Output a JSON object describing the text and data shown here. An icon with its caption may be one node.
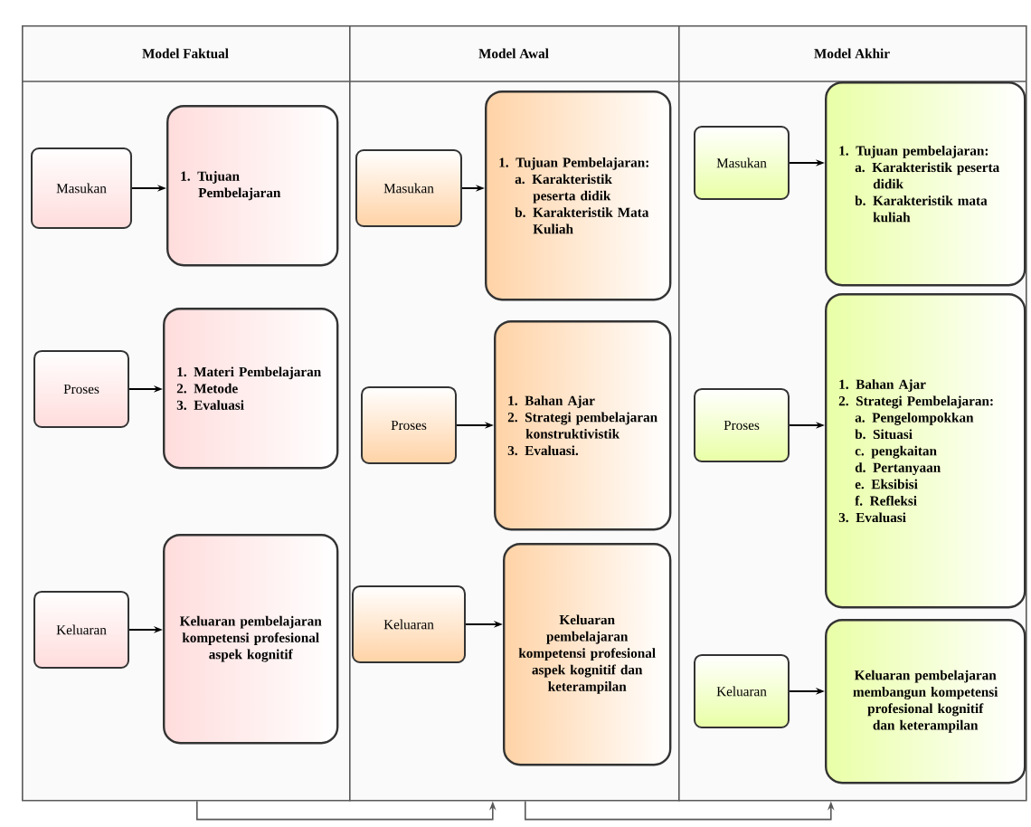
{
  "diagram": {
    "nodes": [
      {
        "text": [
          "Model Faktual"
        ]
      },
      {
        "text": [
          "Masukan"
        ],
        "in": 0
      },
      {
        "text": [
          "1. Tujuan Pembelajaran"
        ],
        "in": 0
      },
      {
        "text": [
          "Proses"
        ],
        "in": 0
      },
      {
        "text": [
          "1. Materi Pembelajaran",
          "2. Metode",
          "3. Evaluasi"
        ],
        "in": 0
      },
      {
        "text": [
          "Keluaran"
        ],
        "in": 0
      },
      {
        "text": [
          "Keluaran pembelajaran kompetensi profesional aspek kognitif"
        ],
        "in": 0
      },
      {
        "text": [
          "Model Awal"
        ]
      },
      {
        "text": [
          "Masukan"
        ],
        "in": 7
      },
      {
        "text": [
          "1. Tujuan Pembelajaran:",
          "a. Karakteristik peserta didik",
          "b. Karakteristik Mata Kuliah"
        ],
        "in": 7
      },
      {
        "text": [
          "Proses"
        ],
        "in": 7
      },
      {
        "text": [
          "1. Bahan Ajar",
          "2. Strategi pembelajaran konstruktivistik",
          "3. Evaluasi."
        ],
        "in": 7
      },
      {
        "text": [
          "Keluaran"
        ],
        "in": 7
      },
      {
        "text": [
          "Keluaran pembelajaran kompetensi profesional aspek kognitif dan keterampilan"
        ],
        "in": 7
      },
      {
        "text": [
          "Model Akhir"
        ]
      },
      {
        "text": [
          "Masukan"
        ],
        "in": 14
      },
      {
        "text": [
          "1. Tujuan pembelajaran:",
          "a. Karakteristik peserta didik",
          "b. Karakteristik mata kuliah"
        ],
        "in": 14
      },
      {
        "text": [
          "Proses"
        ],
        "in": 14
      },
      {
        "text": [
          "1. Bahan Ajar",
          "2. Strategi Pembelajaran:",
          "a. Pengelompokkan",
          "b. Situasi",
          "c. pengkaitan",
          "d. Pertanyaan",
          "e. Eksibisi",
          "f. Refleksi",
          "3. Evaluasi"
        ],
        "in": 14
      },
      {
        "text": [
          "Keluaran"
        ],
        "in": 14
      },
      {
        "text": [
          "Keluaran pembelajaran membangun kompetensi profesional kognitif dan keterampilan"
        ],
        "in": 14
      }
    ],
    "edges": [
      {
        "from": 1,
        "to": 2,
        "arrow": "to"
      },
      {
        "from": 3,
        "to": 4,
        "arrow": "to"
      },
      {
        "from": 5,
        "to": 6,
        "arrow": "to"
      },
      {
        "from": 8,
        "to": 9,
        "arrow": "to"
      },
      {
        "from": 10,
        "to": 11,
        "arrow": "to"
      },
      {
        "from": 12,
        "to": 13,
        "arrow": "to"
      },
      {
        "from": 15,
        "to": 16,
        "arrow": "to"
      },
      {
        "from": 17,
        "to": 18,
        "arrow": "to"
      },
      {
        "from": 19,
        "to": 20,
        "arrow": "to"
      },
      {
        "from": 0,
        "to": 7,
        "arrow": "to"
      },
      {
        "from": 7,
        "to": 14,
        "arrow": "to"
      }
    ]
  }
}
